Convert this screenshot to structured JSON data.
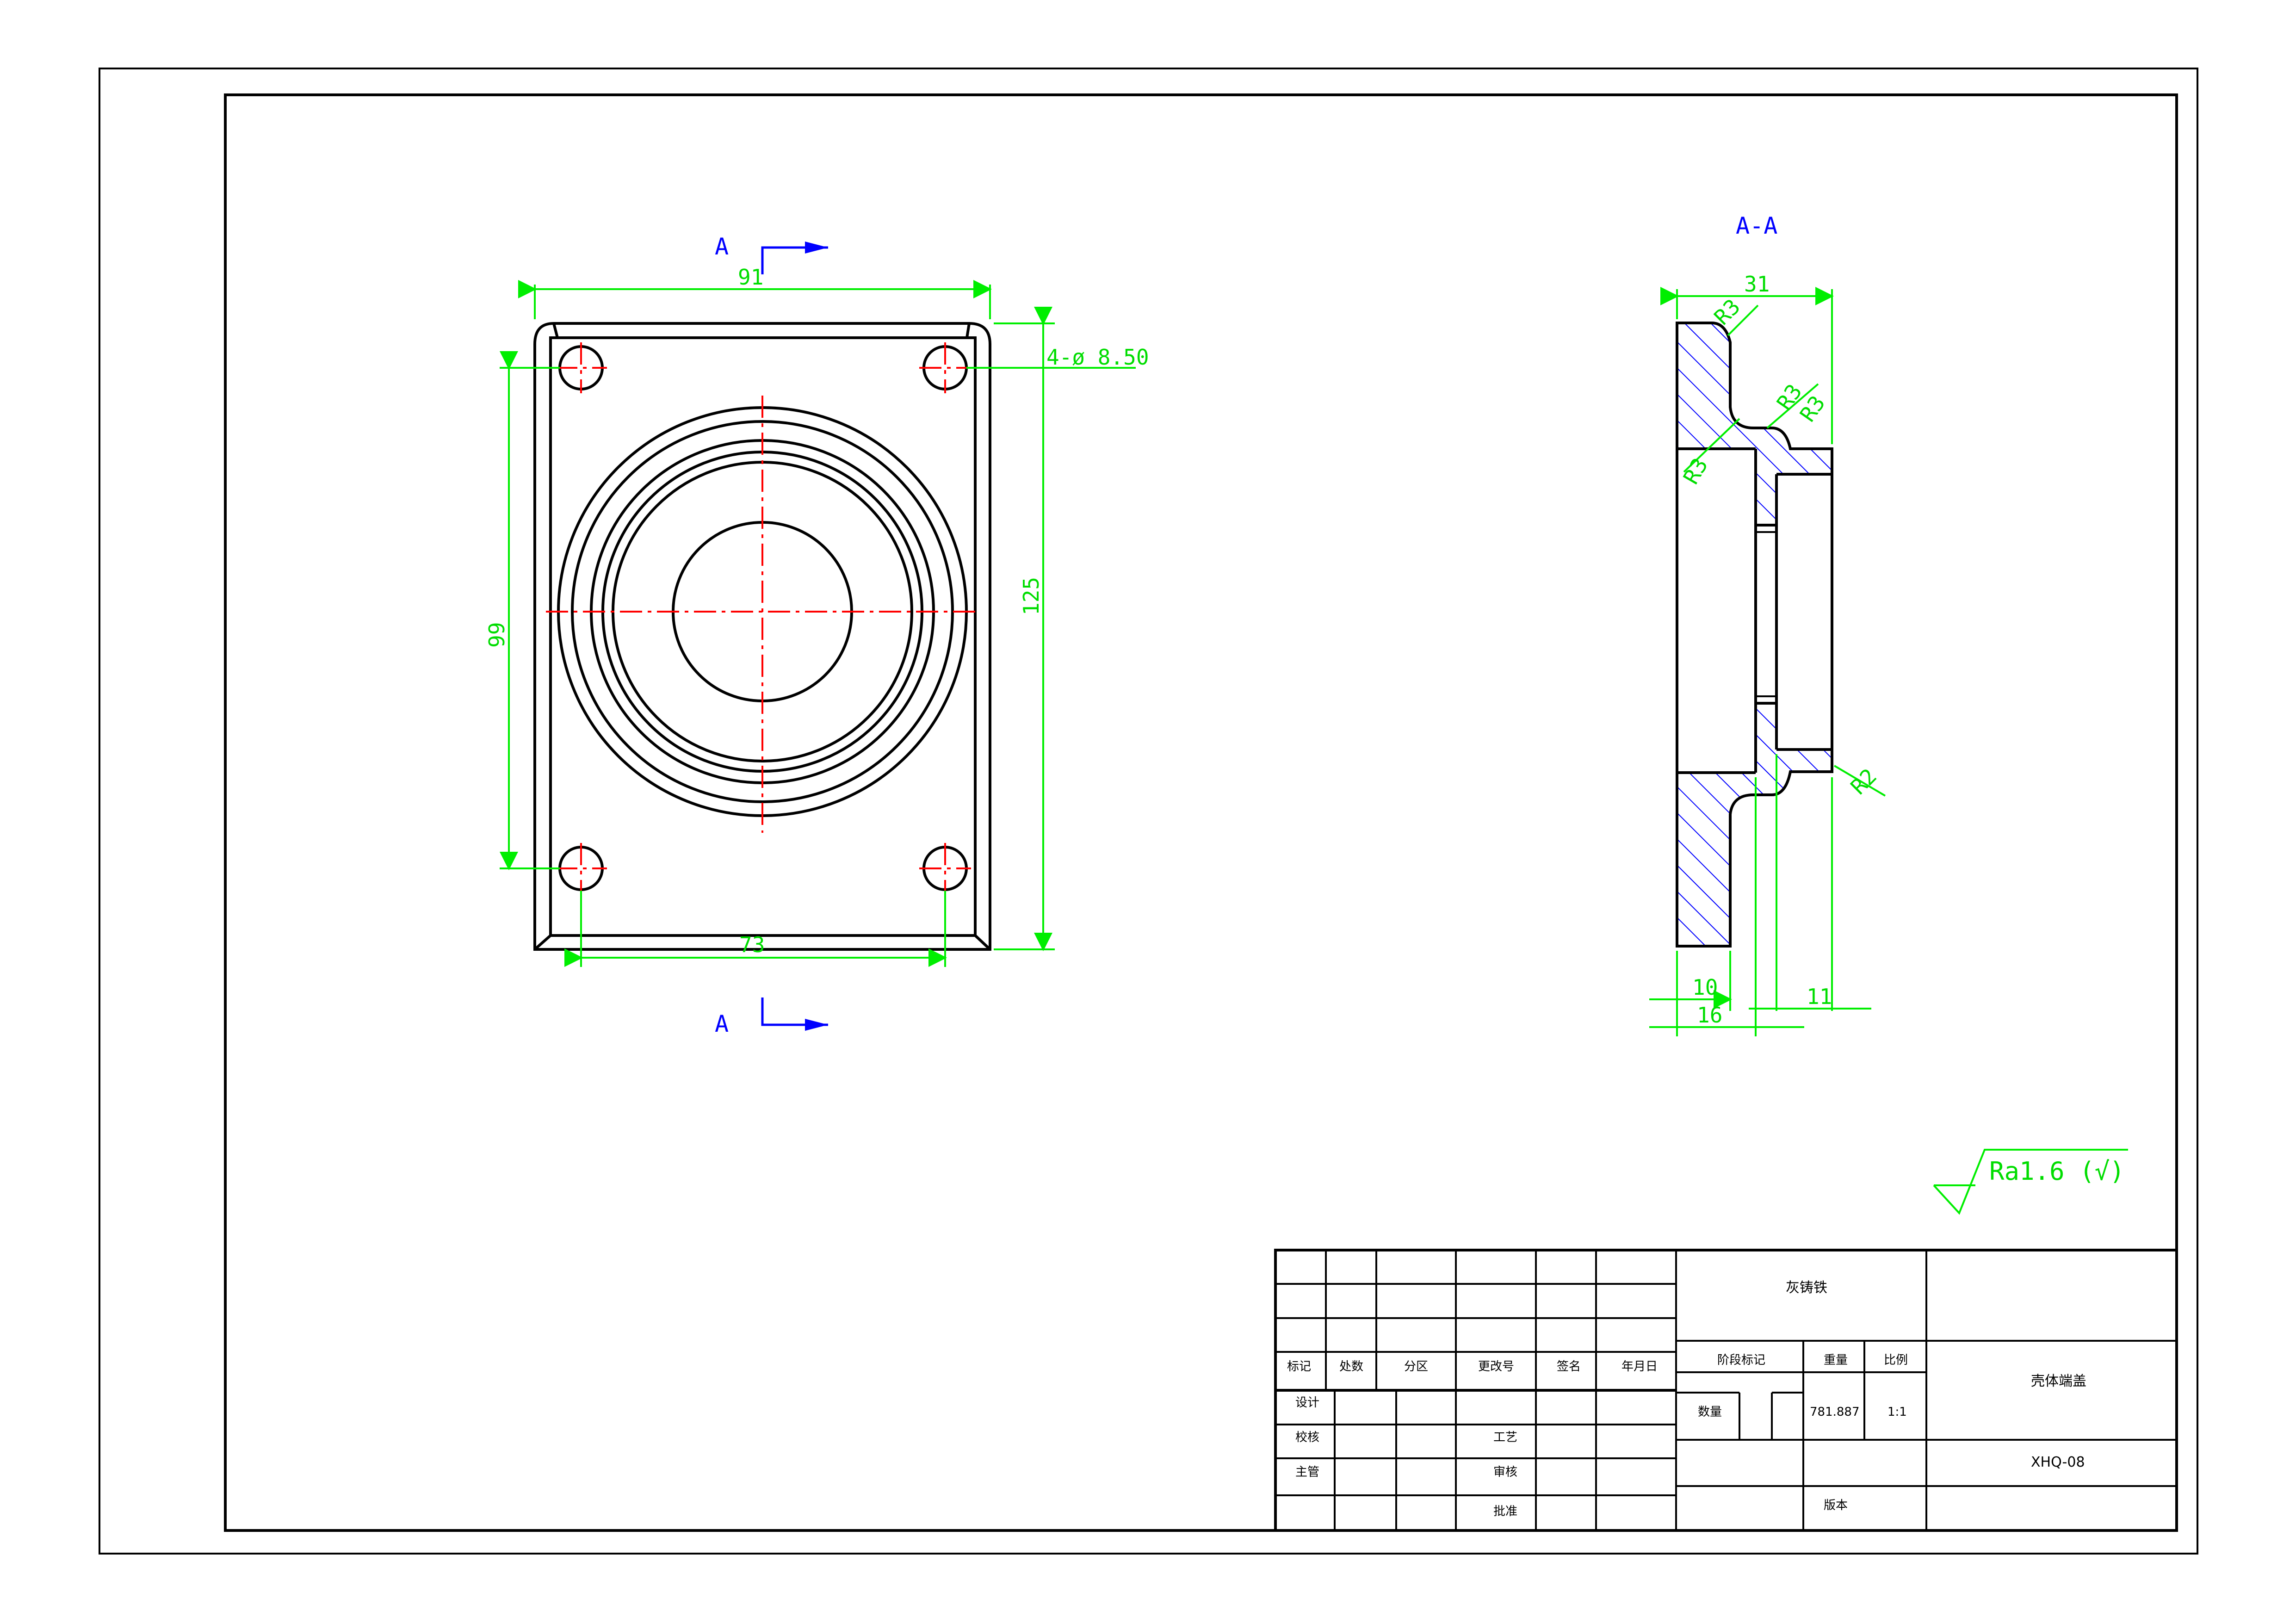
{
  "front_view": {
    "section_mark_top": "A",
    "section_mark_bottom": "A",
    "dim_width": "91",
    "dim_holes": "4-ø 8.50",
    "dim_height": "125",
    "dim_hole_spacing_v": "99",
    "dim_hole_spacing_h": "73"
  },
  "section_view": {
    "title": "A-A",
    "dim_total": "31",
    "radius_1": "R3",
    "radius_2": "R3",
    "radius_3": "R3",
    "radius_4": "R3",
    "radius_5": "R2",
    "dim_a": "10",
    "dim_b": "16",
    "dim_c": "11"
  },
  "roughness": "Ra1.6 (√)",
  "title_block": {
    "material": "灰铸铁",
    "headers": [
      "标记",
      "处数",
      "分区",
      "更改号",
      "签名",
      "年月日"
    ],
    "design": "设计",
    "check": "校核",
    "chief": "主管",
    "process": "工艺",
    "review": "审核",
    "approve": "批准",
    "stage_mark": "阶段标记",
    "weight_label": "重量",
    "scale_label": "比例",
    "quantity_label": "数量",
    "weight_value": "781.887",
    "scale_value": "1:1",
    "part_name": "壳体端盖",
    "drawing_no": "XHQ-08",
    "version": "版本"
  },
  "colors": {
    "geometry": "#000000",
    "dimension": "#00ee00",
    "centerline": "#ff0000",
    "section_mark": "#0000ff",
    "hatch": "#0000ff"
  }
}
